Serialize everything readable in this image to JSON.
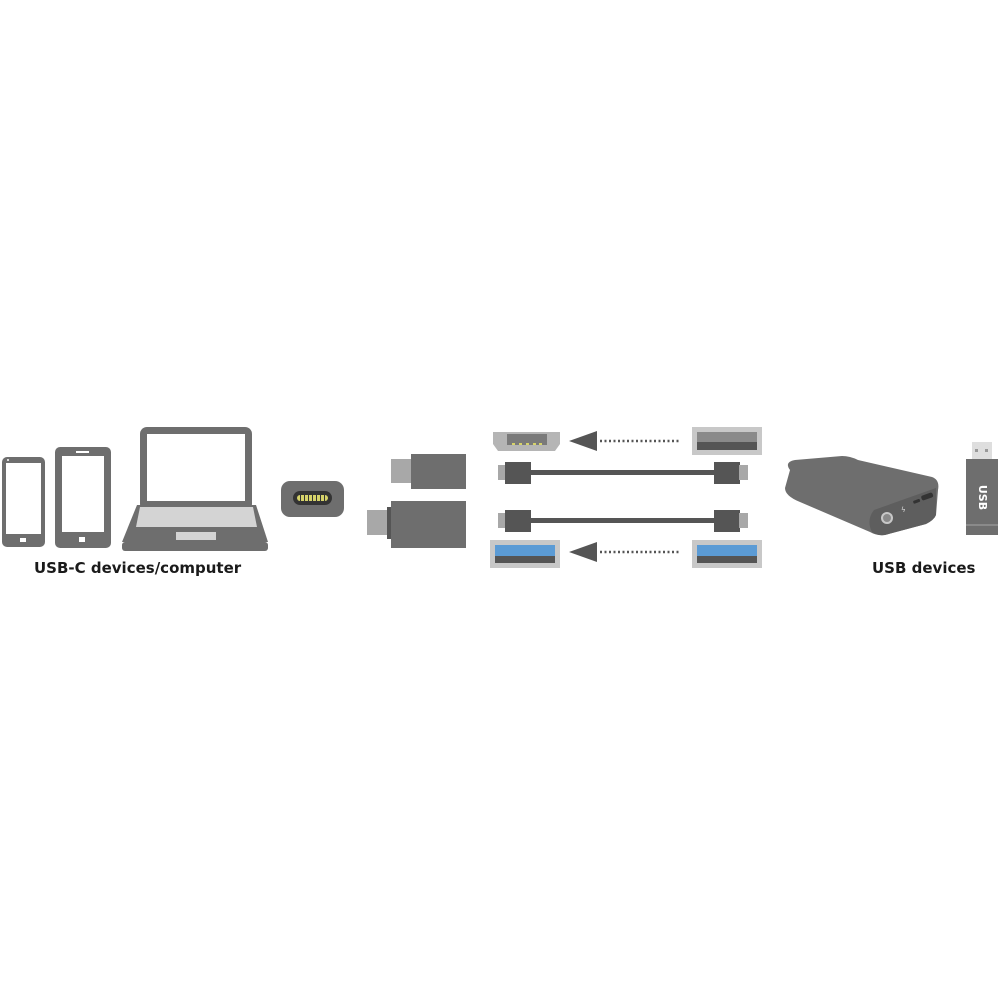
{
  "labels": {
    "left": "USB-C devices/computer",
    "right": "USB devices",
    "stick_text": "USB"
  },
  "colors": {
    "device_gray": "#6e6e6e",
    "dark_gray": "#555555",
    "light_gray": "#d4d4d4",
    "screen": "#ffffff",
    "usb3_blue": "#5b9bd5",
    "contact_yellow": "#d6d36a"
  },
  "groups": {
    "source": [
      "small-phone",
      "large-phone",
      "laptop"
    ],
    "adapter": [
      "usb-c-port",
      "usb-c-to-a-adapter-small",
      "usb-c-to-a-adapter-large"
    ],
    "compat": [
      "micro-usb-port",
      "usb-a-port-usb2",
      "cable-1",
      "cable-2",
      "usb-a-port-usb3-left",
      "usb-a-port-usb3-right"
    ],
    "targets": [
      "power-bank",
      "usb-stick"
    ]
  }
}
